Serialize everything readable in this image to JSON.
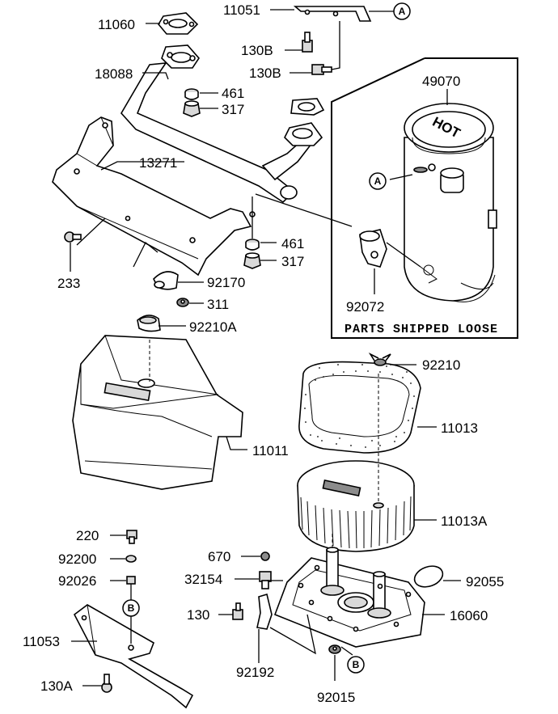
{
  "parts": {
    "p11060": "11060",
    "p11051": "11051",
    "p130B_1": "130B",
    "p130B_2": "130B",
    "p18088": "18088",
    "p461_1": "461",
    "p317_1": "317",
    "p49070": "49070",
    "p13271": "13271",
    "p461_2": "461",
    "p317_2": "317",
    "p233": "233",
    "p92170": "92170",
    "p311": "311",
    "p92072": "92072",
    "p92210A": "92210A",
    "p92210": "92210",
    "p11013": "11013",
    "p11011": "11011",
    "p11013A": "11013A",
    "p220": "220",
    "p92200": "92200",
    "p92026": "92026",
    "p670": "670",
    "p32154": "32154",
    "p92055": "92055",
    "p130": "130",
    "p16060": "16060",
    "p11053": "11053",
    "p92192": "92192",
    "p130A": "130A",
    "p92015": "92015"
  },
  "box_note": "PARTS SHIPPED LOOSE",
  "refs": {
    "a": "A",
    "b": "B"
  },
  "muffler_text": "HOT"
}
